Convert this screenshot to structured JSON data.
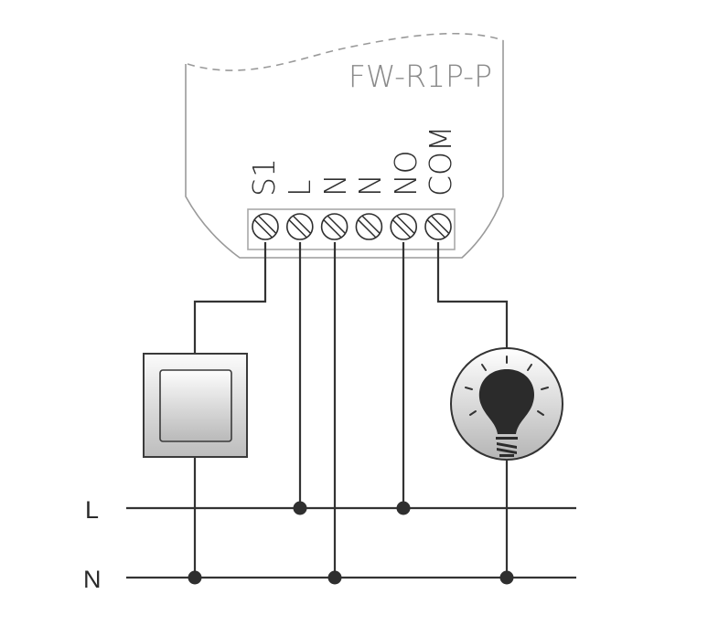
{
  "module": {
    "model": "FW-R1P-P",
    "terminals": [
      {
        "id": "S1",
        "label": "S1"
      },
      {
        "id": "L",
        "label": "L"
      },
      {
        "id": "N1",
        "label": "N"
      },
      {
        "id": "N2",
        "label": "N"
      },
      {
        "id": "NO",
        "label": "NO"
      },
      {
        "id": "COM",
        "label": "COM"
      }
    ]
  },
  "buses": {
    "line": {
      "label": "L"
    },
    "neutral": {
      "label": "N"
    }
  },
  "components": {
    "switch": {
      "name": "wall-switch",
      "icon": "switch-icon"
    },
    "lamp": {
      "name": "light-bulb",
      "icon": "light-bulb-icon"
    }
  },
  "connections": [
    {
      "from": "S1",
      "to": "switch"
    },
    {
      "from": "switch",
      "to": "N"
    },
    {
      "from": "L-terminal",
      "to": "L"
    },
    {
      "from": "N-terminal",
      "to": "N"
    },
    {
      "from": "NO",
      "to": "L"
    },
    {
      "from": "COM",
      "to": "lamp"
    },
    {
      "from": "lamp",
      "to": "N"
    }
  ],
  "colors": {
    "wire": "#333333",
    "housing_outline": "#999999",
    "model_text": "#8a8a8a",
    "label_text": "#2f2f2f"
  }
}
